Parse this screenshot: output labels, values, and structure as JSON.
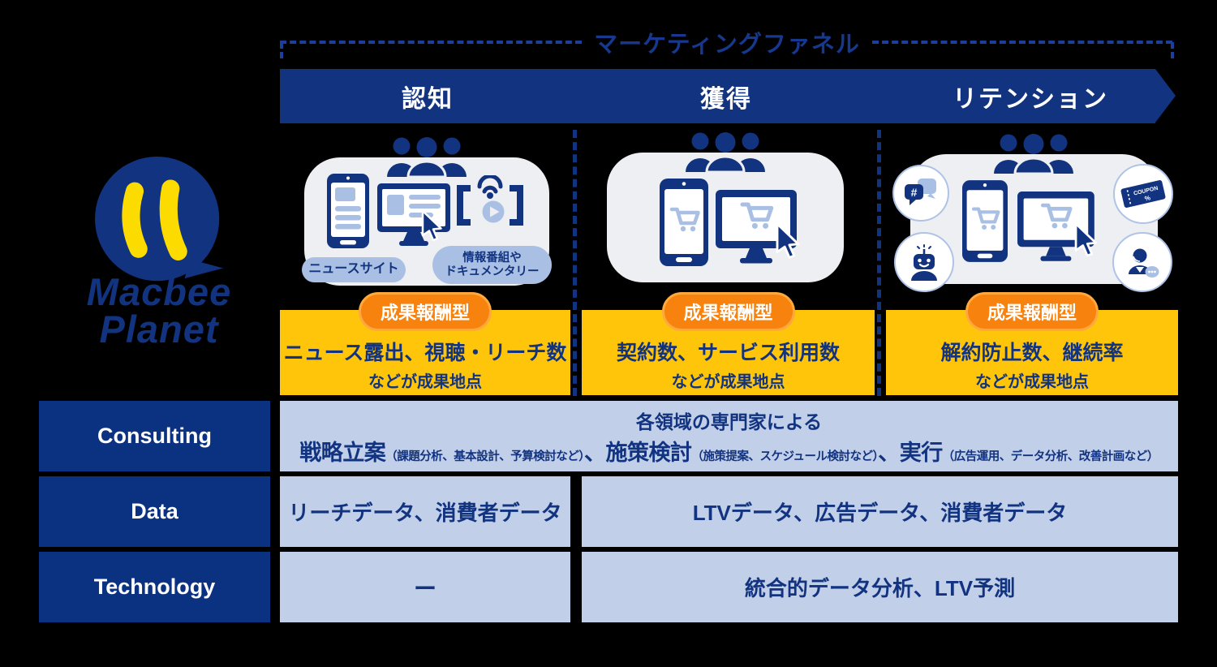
{
  "colors": {
    "navy": "#12337F",
    "dash_blue": "#1C409A",
    "yellow": "#FFC50A",
    "orange": "#F7820D",
    "orange_border": "#FFA83D",
    "cell_blue": "#C1CFE9",
    "pill_blue": "#A9C0E4",
    "panel_gray": "#EEEFF2",
    "logo_yellow": "#FCDC00",
    "white": "#FFFFFF"
  },
  "funnel_title": "マーケティングファネル",
  "hashtag_symbol": "#",
  "stages": [
    {
      "label": "認知",
      "badge": "成果報酬型",
      "result_main": "ニュース露出、視聴・リーチ数",
      "result_sub": "などが成果地点",
      "tag_news": "ニュースサイト",
      "tag_tv_line1": "情報番組や",
      "tag_tv_line2": "ドキュメンタリー",
      "icons": [
        "audience-icon",
        "news-smartphone-icon",
        "news-monitor-cursor-icon",
        "streaming-tv-icon"
      ]
    },
    {
      "label": "獲得",
      "badge": "成果報酬型",
      "result_main": "契約数、サービス利用数",
      "result_sub": "などが成果地点",
      "icons": [
        "audience-icon",
        "shopping-smartphone-icon",
        "shopping-monitor-cursor-icon"
      ]
    },
    {
      "label": "リテンション",
      "badge": "成果報酬型",
      "result_main": "解約防止数、継続率",
      "result_sub": "などが成果地点",
      "coupon_line1": "COUPON",
      "coupon_line2": "%",
      "icons": [
        "audience-icon",
        "shopping-smartphone-icon",
        "shopping-monitor-cursor-icon",
        "sns-hashtag-icon",
        "chatbot-icon",
        "coupon-icon",
        "support-agent-icon"
      ]
    }
  ],
  "logo": {
    "word1": "Macbee",
    "word2": "Planet"
  },
  "table": {
    "consulting": {
      "header": "Consulting",
      "intro": "各領域の専門家による",
      "seg1_name": "戦略立案",
      "seg1_detail": "（課題分析、基本設計、予算検討など）",
      "sep1": "、",
      "seg2_name": "施策検討",
      "seg2_detail": "（施策提案、スケジュール検討など）",
      "sep2": "、",
      "seg3_name": "実行",
      "seg3_detail": "（広告運用、データ分析、改善計画など）"
    },
    "data": {
      "header": "Data",
      "cell1": "リーチデータ、消費者データ",
      "cell2": "LTVデータ、広告データ、消費者データ"
    },
    "technology": {
      "header": "Technology",
      "cell1": "ー",
      "cell2": "統合的データ分析、LTV予測"
    }
  }
}
